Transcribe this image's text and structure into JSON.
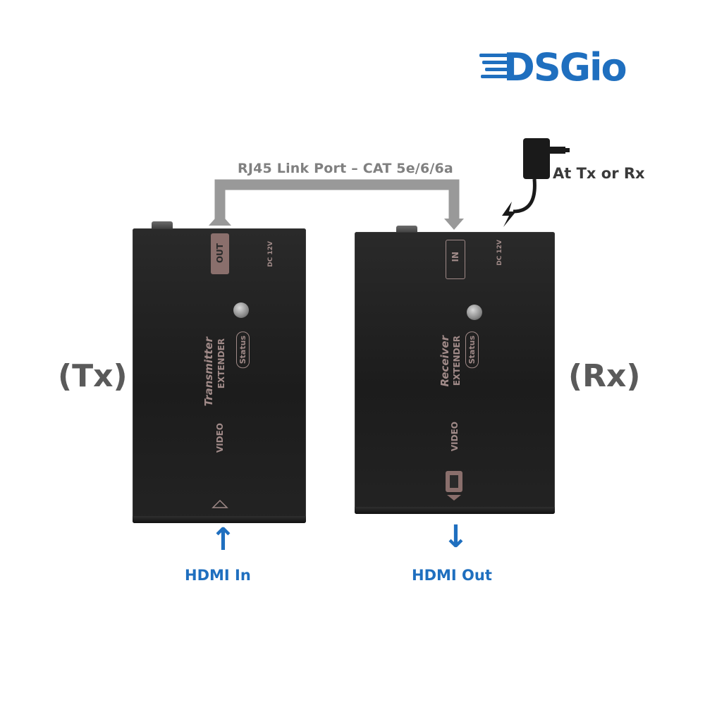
{
  "brand": {
    "logo_text": "DSGio",
    "logo_color": "#1f6fbf"
  },
  "link": {
    "label": "RJ45 Link Port – CAT 5e/6/6a",
    "line_color": "#999999"
  },
  "power": {
    "label": "At Tx or Rx",
    "icon": "power-adapter-icon"
  },
  "transmitter": {
    "side_label": "(Tx)",
    "model_label": "Transmitter",
    "product_line_1": "EXTENDER",
    "product_line_2": "VIDEO",
    "status_label": "Status",
    "port_label": "OUT",
    "dc_label": "DC 12V",
    "hdmi_label": "HDMI In",
    "hdmi_arrow": "↑"
  },
  "receiver": {
    "side_label": "(Rx)",
    "model_label": "Receiver",
    "product_line_1": "EXTENDER",
    "product_line_2": "VIDEO",
    "status_label": "Status",
    "port_label": "IN",
    "dc_label": "DC 12V",
    "hdmi_label": "HDMI Out",
    "hdmi_arrow": "↓"
  },
  "colors": {
    "accent_blue": "#1f6fbf",
    "device_body": "#1e1e1e",
    "device_print": "#a08a88"
  }
}
